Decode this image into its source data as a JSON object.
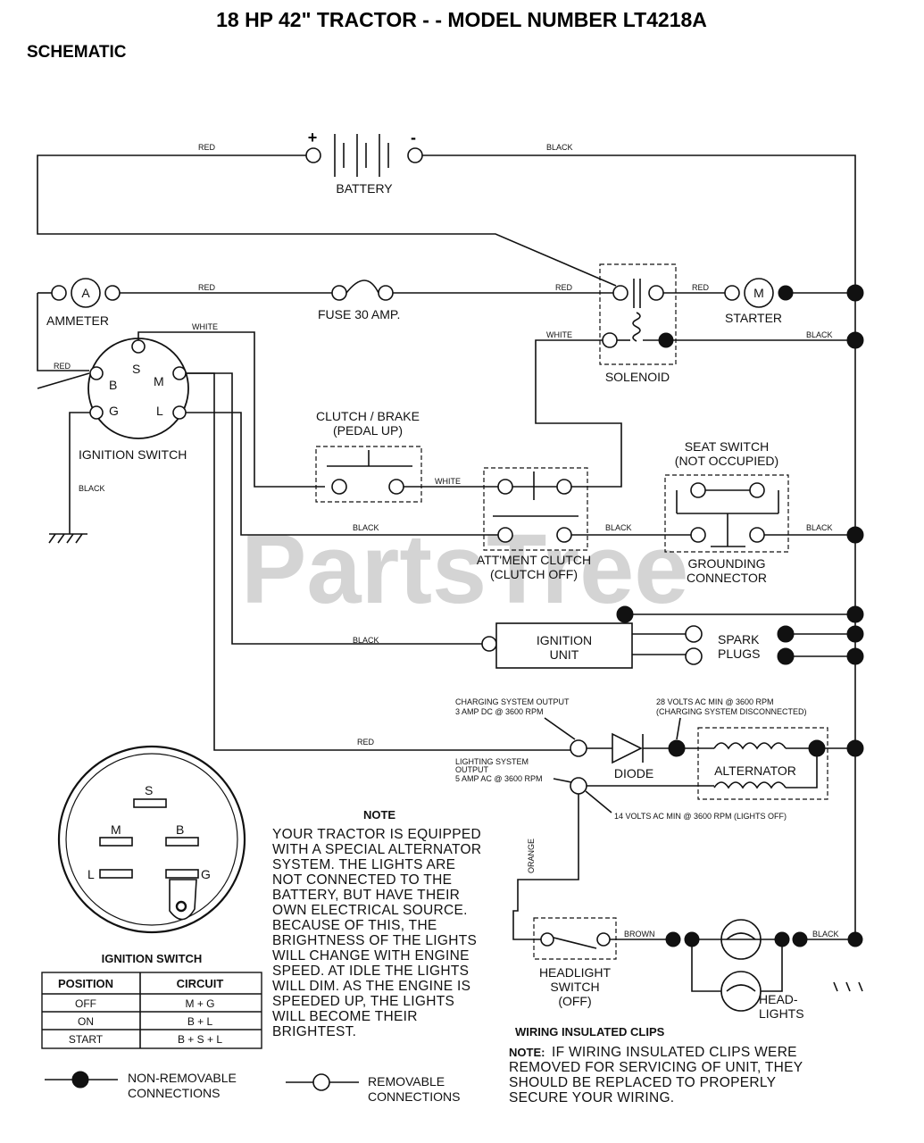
{
  "header": {
    "title": "18 HP 42\" TRACTOR - - MODEL NUMBER LT4218A",
    "section": "SCHEMATIC"
  },
  "watermark": "PartsTree",
  "components": {
    "battery": "BATTERY",
    "battery_plus": "+",
    "battery_minus": "-",
    "ammeter": "AMMETER",
    "ammeter_symbol": "A",
    "fuse": "FUSE 30 AMP.",
    "solenoid": "SOLENOID",
    "starter": "STARTER",
    "starter_symbol": "M",
    "ignition_switch": "IGNITION SWITCH",
    "clutch_brake": [
      "CLUTCH / BRAKE",
      "(PEDAL UP)"
    ],
    "seat_switch": [
      "SEAT SWITCH",
      "(NOT OCCUPIED)"
    ],
    "attment_clutch": [
      "ATT'MENT CLUTCH",
      "(CLUTCH OFF)"
    ],
    "grounding_connector": "GROUNDING\nCONNECTOR",
    "grounding_connector_lines": [
      "GROUNDING",
      "CONNECTOR"
    ],
    "ignition_unit": [
      "IGNITION",
      "UNIT"
    ],
    "spark_plugs": [
      "SPARK",
      "PLUGS"
    ],
    "diode": "DIODE",
    "alternator": "ALTERNATOR",
    "headlight_switch": [
      "HEADLIGHT",
      "SWITCH",
      "(OFF)"
    ],
    "headlights": [
      "HEAD-",
      "LIGHTS"
    ]
  },
  "terminals": {
    "S": "S",
    "B": "B",
    "M": "M",
    "G": "G",
    "L": "L"
  },
  "wire_colors": {
    "red": "RED",
    "black": "BLACK",
    "white": "WHITE",
    "orange": "ORANGE",
    "brown": "BROWN"
  },
  "specs": {
    "charging_output": [
      "CHARGING SYSTEM OUTPUT",
      "3 AMP DC @ 3600 RPM"
    ],
    "charging_disconnected": [
      "28 VOLTS AC MIN @ 3600 RPM",
      "(CHARGING SYSTEM DISCONNECTED)"
    ],
    "lighting_output": [
      "LIGHTING SYSTEM",
      "OUTPUT",
      "5 AMP AC @ 3600 RPM"
    ],
    "lights_off": "14 VOLTS AC MIN @ 3600 RPM (LIGHTS OFF)"
  },
  "note": {
    "title": "NOTE",
    "lines": [
      "YOUR TRACTOR IS EQUIPPED",
      "WITH A SPECIAL ALTERNATOR",
      "SYSTEM.  THE LIGHTS ARE",
      "NOT CONNECTED TO  THE",
      "BATTERY, BUT HAVE THEIR",
      "OWN ELECTRICAL SOURCE.",
      "BECAUSE OF THIS, THE",
      "BRIGHTNESS OF THE LIGHTS",
      "WILL CHANGE WITH ENGINE",
      "SPEED.  AT IDLE THE LIGHTS",
      "WILL DIM.  AS THE ENGINE IS",
      "SPEEDED UP, THE LIGHTS",
      "WILL BECOME THEIR",
      "BRIGHTEST."
    ]
  },
  "ignition_table": {
    "title": "IGNITION SWITCH",
    "headers": [
      "POSITION",
      "CIRCUIT"
    ],
    "rows": [
      [
        "OFF",
        "M + G"
      ],
      [
        "ON",
        "B + L"
      ],
      [
        "START",
        "B + S + L"
      ]
    ]
  },
  "clips": {
    "title": "WIRING INSULATED CLIPS",
    "note_label": "NOTE:",
    "lines": [
      "IF WIRING INSULATED CLIPS WERE",
      "REMOVED FOR SERVICING OF UNIT, THEY",
      "SHOULD BE REPLACED TO PROPERLY",
      "SECURE YOUR WIRING."
    ]
  },
  "legend": {
    "non_removable": [
      "NON-REMOVABLE",
      "CONNECTIONS"
    ],
    "removable": [
      "REMOVABLE",
      "CONNECTIONS"
    ]
  }
}
